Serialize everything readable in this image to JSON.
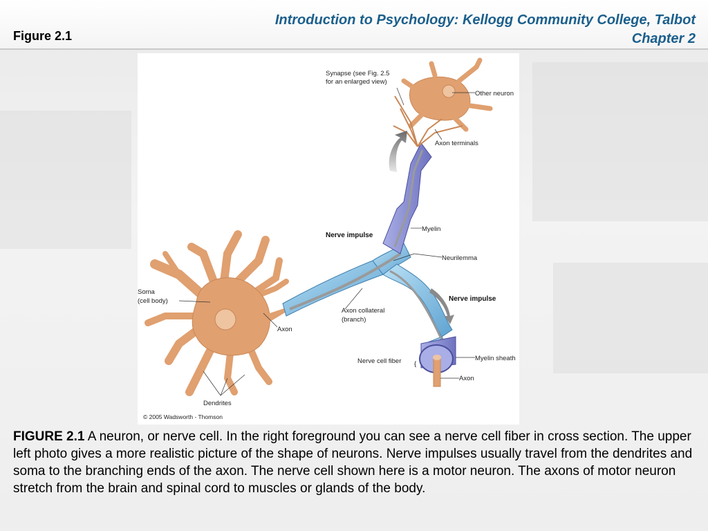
{
  "slide": {
    "figure_label": "Figure 2.1",
    "course_line1": "Introduction to Psychology: Kellogg Community College, Talbot",
    "course_line2": "Chapter 2"
  },
  "figure": {
    "labels": {
      "synapse_line1": "Synapse (see Fig. 2.5",
      "synapse_line2": "for an enlarged view)",
      "other_neuron": "Other neuron",
      "axon_terminals": "Axon terminals",
      "myelin": "Myelin",
      "nerve_impulse_1": "Nerve impulse",
      "neurilemma": "Neurilemma",
      "soma_line1": "Soma",
      "soma_line2": "(cell body)",
      "nerve_impulse_2": "Nerve impulse",
      "axon_collateral_line1": "Axon collateral",
      "axon_collateral_line2": "(branch)",
      "axon_1": "Axon",
      "myelin_sheath": "Myelin sheath",
      "nerve_cell_fiber": "Nerve cell fiber",
      "axon_2": "Axon",
      "dendrites": "Dendrites"
    },
    "copyright": "© 2005 Wadsworth - Thomson"
  },
  "caption": {
    "lead": "FIGURE 2.1",
    "text": " A neuron, or nerve cell. In the right foreground you can see a nerve cell fiber in cross section. The upper left photo gives a more realistic picture of the shape of neurons. Nerve impulses usually travel from the dendrites and soma to the branching ends of the axon. The nerve cell shown here is a motor neuron. The axons of motor neuron stretch from the brain and spinal cord to muscles or glands of the body."
  },
  "colors": {
    "title": "#1b5f8c",
    "neuron": "#e0a070",
    "myelin_blue": "#8fc6e8",
    "myelin_purple": "#8c8fd0"
  }
}
